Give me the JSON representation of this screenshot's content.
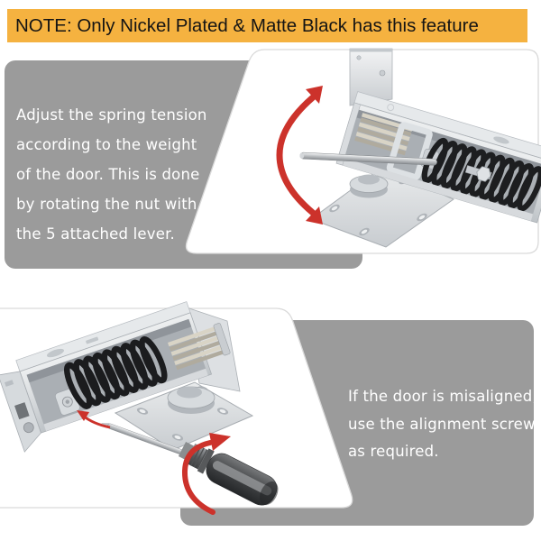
{
  "colors": {
    "banner_bg": "#F5B240",
    "banner_text": "#141414",
    "note_box": "#9B9B9B",
    "note_text": "#FFFFFF",
    "arrow_red": "#CC322B",
    "card_border": "#D9D9D9",
    "page_bg": "#FFFFFF"
  },
  "banner": {
    "text": "NOTE: Only Nickel Plated & Matte Black has this feature"
  },
  "sections": [
    {
      "name": "spring-tension-adjustment",
      "note_lines": [
        "Adjust the spring tension",
        "according to the weight",
        "of the door. This is done",
        "by rotating the nut with",
        "the 5 attached lever."
      ],
      "image_alt": "Floor-spring door hinge with lever rod inserted in the tension nut; red double-headed arrow shows rotating the rod up and down"
    },
    {
      "name": "door-alignment",
      "note_lines": [
        "If the door is misaligned,",
        "use the alignment screw",
        "as required."
      ],
      "image_alt": "Floor-spring door hinge with a screwdriver turning the alignment screw; red arrows show the rotation"
    }
  ]
}
